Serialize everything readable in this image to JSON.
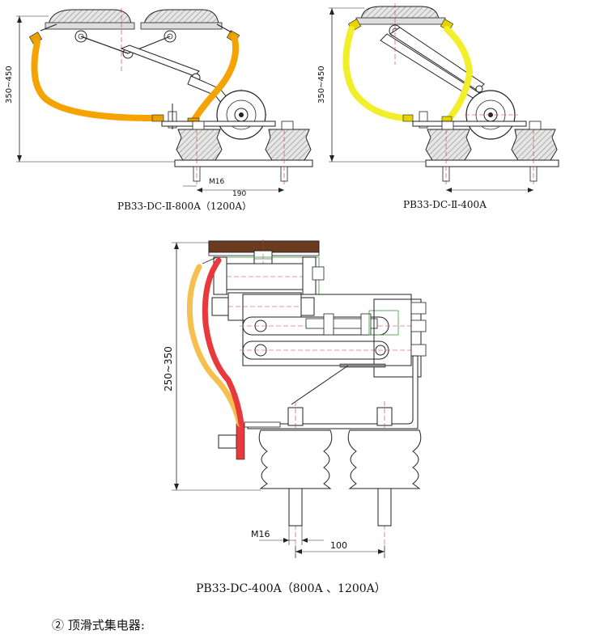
{
  "captions": {
    "top_left": "PB33-DC-Ⅱ-800A（1200A）",
    "top_right": "PB33-DC-Ⅱ-400A",
    "bottom": "PB33-DC-400A（800A 、1200A）",
    "section": "② 顶滑式集电器:"
  },
  "dims": {
    "height_top_left": "350~450",
    "height_top_right": "350~450",
    "m16_top_left": "M16",
    "width_top_left": "190",
    "height_bottom": "250~350",
    "m16_bottom": "M16",
    "width_bottom": "100"
  },
  "colors": {
    "cable_orange": "#F5A300",
    "cable_yellow": "#F2EE2A",
    "cable_red": "#E8393C",
    "cable_light_orange": "#F5C050",
    "brown_shoe": "#6B3A1F",
    "insulator": "#D8D8D8"
  }
}
